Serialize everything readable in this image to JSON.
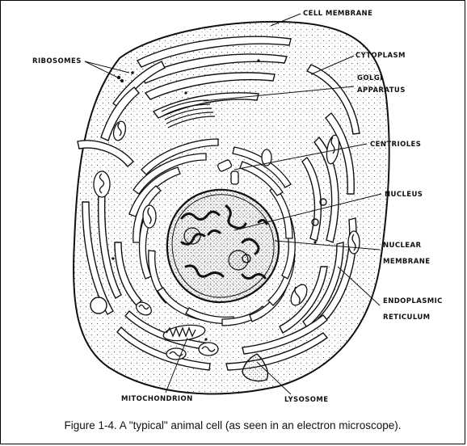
{
  "labels": {
    "cell_membrane": "CELL MEMBRANE",
    "ribosomes": "RIBOSOMES",
    "cytoplasm": "CYTOPLASM",
    "golgi_line1": "GOLGI",
    "golgi_line2": "APPARATUS",
    "centrioles": "CENTRIOLES",
    "nucleus": "NUCLEUS",
    "nuclear_membrane_line1": "NUCLEAR",
    "nuclear_membrane_line2": "MEMBRANE",
    "er_line1": "ENDOPLASMIC",
    "er_line2": "RETICULUM",
    "mitochondrion": "MITOCHONDRION",
    "lysosome": "LYSOSOME"
  },
  "caption": "Figure 1-4.  A \"typical\" animal cell (as seen in an electron microscope).",
  "colors": {
    "ink": "#111111",
    "stipple": "#555555",
    "background": "#ffffff"
  }
}
